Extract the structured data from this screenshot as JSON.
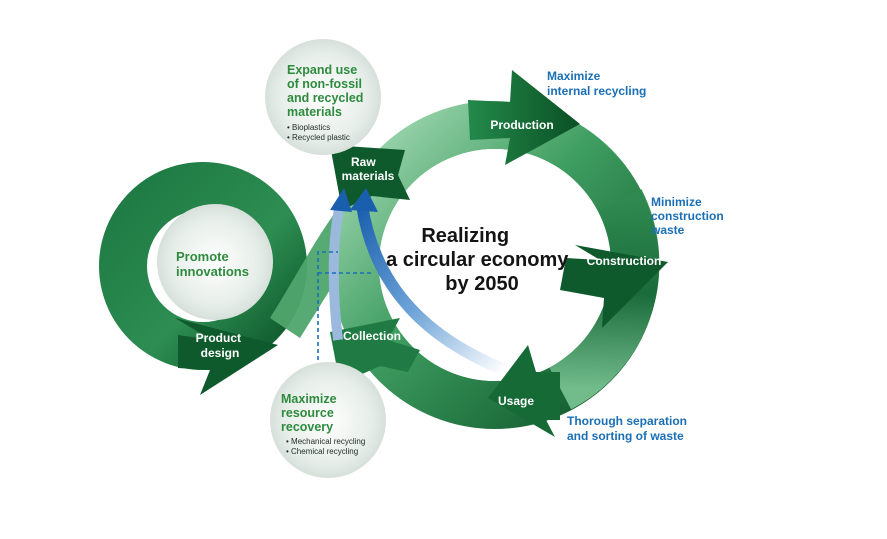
{
  "center_title": [
    "Realizing",
    "a circular economy",
    "by 2050"
  ],
  "stages": {
    "raw_materials": [
      "Raw",
      "materials"
    ],
    "production": "Production",
    "construction": "Construction",
    "usage": "Usage",
    "collection": "Collection",
    "product_design": [
      "Product",
      "design"
    ]
  },
  "promote_innovations": [
    "Promote",
    "innovations"
  ],
  "expand_use": {
    "title": [
      "Expand use",
      "of non-fossil",
      "and recycled",
      "materials"
    ],
    "bullets": [
      "• Bioplastics",
      "• Recycled plastic"
    ]
  },
  "maximize_recovery": {
    "title": [
      "Maximize",
      "resource",
      "recovery"
    ],
    "bullets": [
      "• Mechanical recycling",
      "• Chemical recycling"
    ]
  },
  "blue_labels": {
    "maximize_internal": [
      "Maximize",
      "internal recycling"
    ],
    "minimize_construction": [
      "Minimize",
      "construction",
      "waste"
    ],
    "thorough_separation": [
      "Thorough separation",
      "and sorting of waste"
    ]
  },
  "colors": {
    "dark_green": "#0f5a2c",
    "mid_green": "#3a9a5c",
    "light_green": "#9fd4b0",
    "text_green": "#2e8b3e",
    "text_blue": "#1a6fb5",
    "circle_gray": "#dfe7e1"
  }
}
